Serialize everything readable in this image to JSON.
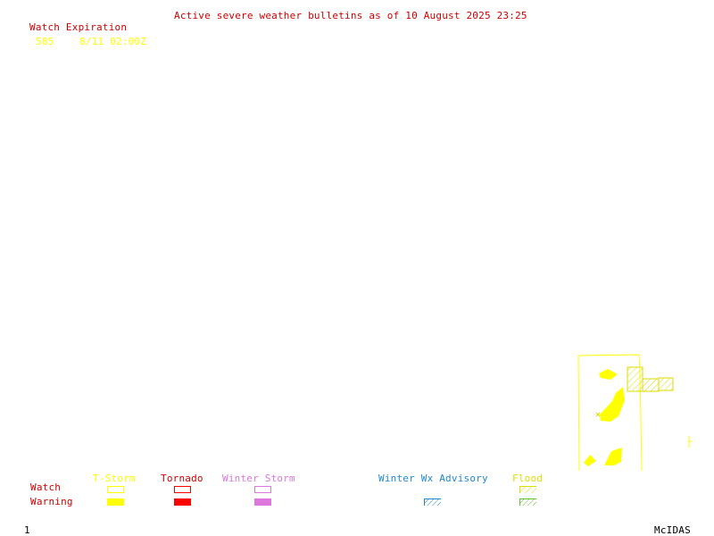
{
  "header": {
    "title": "Active severe weather bulletins as of 10 August 2025 23:25",
    "watch_expiration_label": "Watch Expiration",
    "watches": [
      {
        "number": "585",
        "expiration": "8/11 02:00Z"
      }
    ]
  },
  "legend": {
    "row_labels": {
      "watch": "Watch",
      "warning": "Warning"
    },
    "categories": [
      {
        "label": "T-Storm",
        "color": "#ffff00",
        "watch": "outline",
        "warning": "filled"
      },
      {
        "label": "Tornado",
        "color": "#ff0000",
        "watch": "outline",
        "warning": "filled"
      },
      {
        "label": "Winter Storm",
        "color": "#dd77dd",
        "watch": "outline",
        "warning": "filled"
      },
      {
        "label": "Winter Wx Advisory",
        "color": "#2288cc",
        "watch": "none",
        "warning": "hatched"
      },
      {
        "label": "Flood",
        "color": "#dddd00",
        "watch": "hatched",
        "warning": "hatched-green"
      }
    ]
  },
  "footer": {
    "frame_number": "1",
    "software": "McIDAS"
  },
  "colors": {
    "title": "#cc0000",
    "labels": "#cc0000",
    "tstorm": "#ffff00",
    "tornado": "#ff0000",
    "winter_storm": "#dd77dd",
    "winter_advisory": "#2288cc",
    "flood": "#dddd00",
    "flood_warning": "#66bb33",
    "footer": "#000000"
  }
}
